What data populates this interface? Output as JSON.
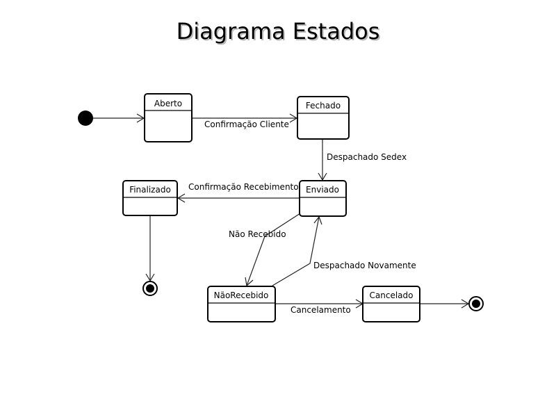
{
  "title": "Diagrama Estados",
  "states": {
    "aberto": "Aberto",
    "fechado": "Fechado",
    "enviado": "Enviado",
    "finalizado": "Finalizado",
    "naorecebido": "NãoRecebido",
    "cancelado": "Cancelado"
  },
  "transitions": {
    "confirmacao_cliente": "Confirmação Cliente",
    "despachado_sedex": "Despachado Sedex",
    "confirmacao_recebimento": "Confirmação Recebimento",
    "nao_recebido": "Não Recebido",
    "despachado_novamente": "Despachado Novamente",
    "cancelamento": "Cancelamento"
  }
}
